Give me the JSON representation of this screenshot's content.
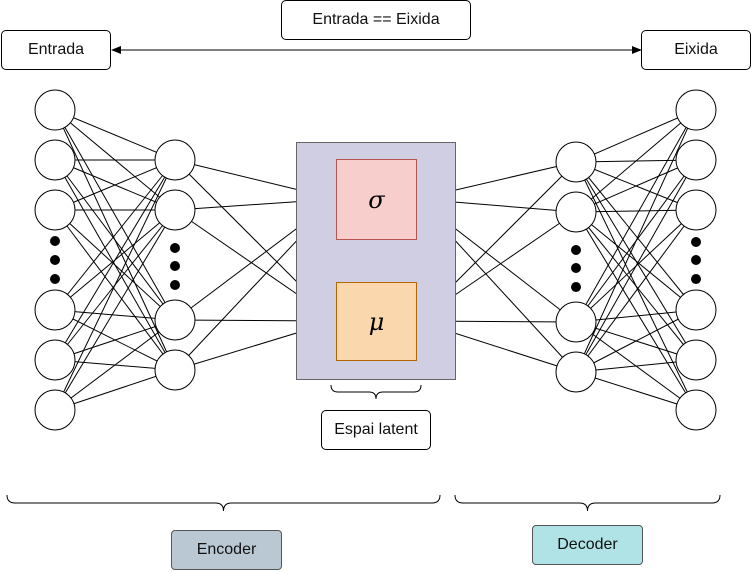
{
  "labels": {
    "input": "Entrada",
    "output": "Eixida",
    "identity": "Entrada == Eixida",
    "latent": "Espai latent",
    "encoder": "Encoder",
    "decoder": "Decoder"
  },
  "symbols": {
    "sigma": "σ",
    "mu": "μ"
  },
  "colors": {
    "latent_bg": "#d0cee2",
    "sigma_fill": "#f8cecc",
    "sigma_stroke": "#b85450",
    "mu_fill": "#fad7ac",
    "mu_stroke": "#b46504",
    "encoder_fill": "#bac8d3",
    "decoder_fill": "#b0e3e6"
  }
}
